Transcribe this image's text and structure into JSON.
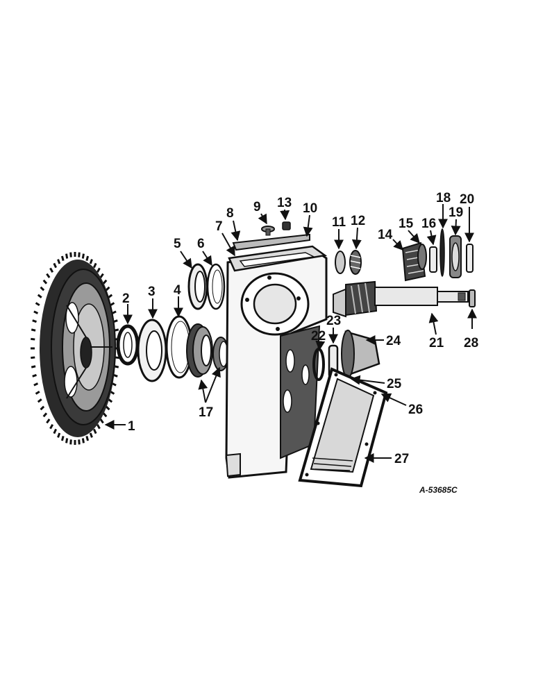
{
  "figure_code": "A-53685C",
  "callouts": [
    "1",
    "2",
    "3",
    "4",
    "5",
    "6",
    "7",
    "8",
    "9",
    "10",
    "11",
    "12",
    "13",
    "14",
    "15",
    "16",
    "17",
    "18",
    "19",
    "20",
    "21",
    "22",
    "23",
    "24",
    "25",
    "26",
    "27",
    "28"
  ],
  "parts": {
    "bull_gear": "bull-gear",
    "housing": "final-drive-housing",
    "pinion_shaft": "pinion-shaft",
    "cover_plate": "cover-plate"
  }
}
